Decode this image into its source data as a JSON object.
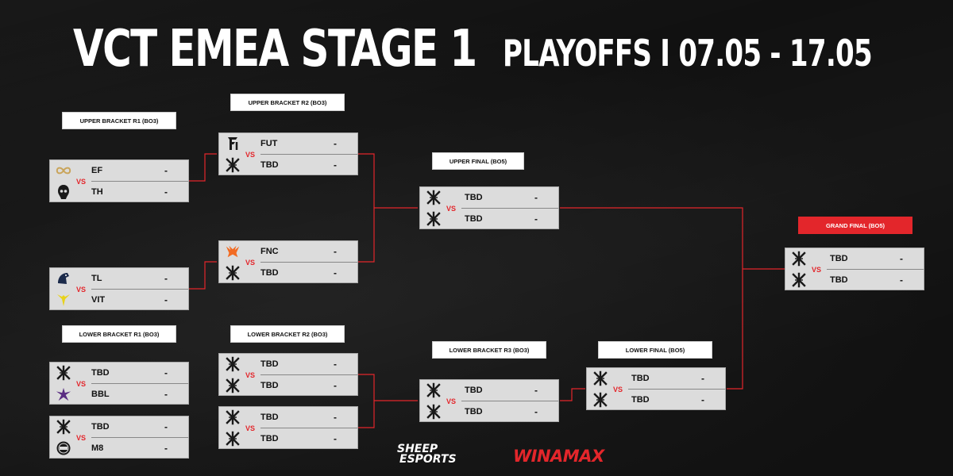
{
  "header": {
    "title": "VCT EMEA STAGE 1",
    "subtitle": "PLAYOFFS I 07.05 - 17.05"
  },
  "colors": {
    "accent": "#e3262b",
    "card": "#dcdcdc",
    "background": "#141414"
  },
  "labels": {
    "ub_r1": "UPPER BRACKET R1 (BO3)",
    "ub_r2": "UPPER BRACKET R2 (BO3)",
    "ub_final": "UPPER FINAL (BO5)",
    "grand_final": "GRAND FINAL (BO5)",
    "lb_r1": "LOWER BRACKET R1 (BO3)",
    "lb_r2": "LOWER BRACKET R2 (BO3)",
    "lb_r3": "LOWER BRACKET R3 (BO3)",
    "lb_final": "LOWER FINAL (BO5)"
  },
  "matches": {
    "ub_r1_a": {
      "vs": "VS",
      "top": {
        "team": "EF",
        "score": "-",
        "logo": "infinity-logo"
      },
      "bottom": {
        "team": "TH",
        "score": "-",
        "logo": "heretics-logo"
      }
    },
    "ub_r1_b": {
      "vs": "VS",
      "top": {
        "team": "TL",
        "score": "-",
        "logo": "horse-logo"
      },
      "bottom": {
        "team": "VIT",
        "score": "-",
        "logo": "bee-logo"
      }
    },
    "ub_r2_a": {
      "vs": "VS",
      "top": {
        "team": "FUT",
        "score": "-",
        "logo": "futbolist-logo"
      },
      "bottom": {
        "team": "TBD",
        "score": "-",
        "logo": "vct-logo"
      }
    },
    "ub_r2_b": {
      "vs": "VS",
      "top": {
        "team": "FNC",
        "score": "-",
        "logo": "fnatic-logo"
      },
      "bottom": {
        "team": "TBD",
        "score": "-",
        "logo": "vct-logo"
      }
    },
    "ub_final": {
      "vs": "VS",
      "top": {
        "team": "TBD",
        "score": "-",
        "logo": "vct-logo"
      },
      "bottom": {
        "team": "TBD",
        "score": "-",
        "logo": "vct-logo"
      }
    },
    "grand_final": {
      "vs": "VS",
      "top": {
        "team": "TBD",
        "score": "-",
        "logo": "vct-logo"
      },
      "bottom": {
        "team": "TBD",
        "score": "-",
        "logo": "vct-logo"
      }
    },
    "lb_r1_a": {
      "vs": "VS",
      "top": {
        "team": "TBD",
        "score": "-",
        "logo": "vct-logo"
      },
      "bottom": {
        "team": "BBL",
        "score": "-",
        "logo": "bbl-logo"
      }
    },
    "lb_r1_b": {
      "vs": "VS",
      "top": {
        "team": "TBD",
        "score": "-",
        "logo": "vct-logo"
      },
      "bottom": {
        "team": "M8",
        "score": "-",
        "logo": "m8-logo"
      }
    },
    "lb_r2_a": {
      "vs": "VS",
      "top": {
        "team": "TBD",
        "score": "-",
        "logo": "vct-logo"
      },
      "bottom": {
        "team": "TBD",
        "score": "-",
        "logo": "vct-logo"
      }
    },
    "lb_r2_b": {
      "vs": "VS",
      "top": {
        "team": "TBD",
        "score": "-",
        "logo": "vct-logo"
      },
      "bottom": {
        "team": "TBD",
        "score": "-",
        "logo": "vct-logo"
      }
    },
    "lb_r3": {
      "vs": "VS",
      "top": {
        "team": "TBD",
        "score": "-",
        "logo": "vct-logo"
      },
      "bottom": {
        "team": "TBD",
        "score": "-",
        "logo": "vct-logo"
      }
    },
    "lb_final": {
      "vs": "VS",
      "top": {
        "team": "TBD",
        "score": "-",
        "logo": "vct-logo"
      },
      "bottom": {
        "team": "TBD",
        "score": "-",
        "logo": "vct-logo"
      }
    }
  },
  "sponsors": {
    "sheep_line1": "SHEEP",
    "sheep_line2": "ESPORTS",
    "winamax": "WINAMAX"
  }
}
